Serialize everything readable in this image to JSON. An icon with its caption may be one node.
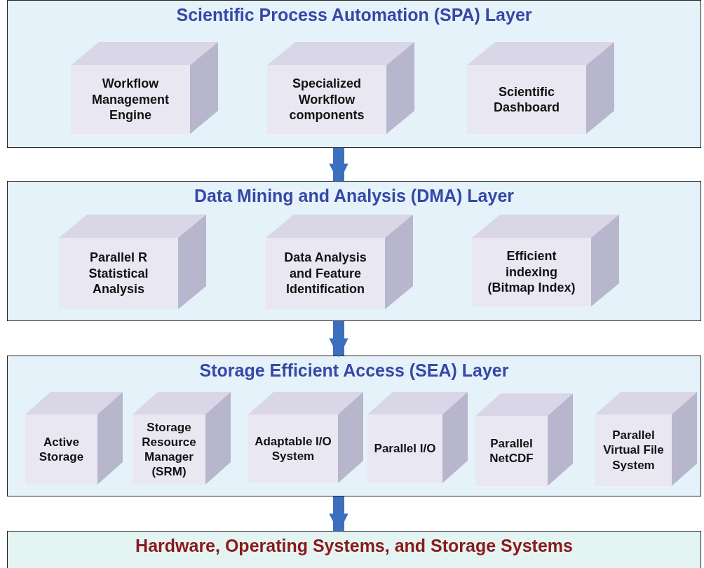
{
  "diagram": {
    "nodes": [
      {
        "text": [
          "Scientific Process Automation (SPA) Layer"
        ]
      },
      {
        "text": [
          "Workflow Management Engine"
        ],
        "in": 0
      },
      {
        "text": [
          "Specialized Workflow components"
        ],
        "in": 0
      },
      {
        "text": [
          "Scientific Dashboard"
        ],
        "in": 0
      },
      {
        "text": [
          "Data Mining and Analysis (DMA) Layer"
        ]
      },
      {
        "text": [
          "Parallel R Statistical Analysis"
        ],
        "in": 4
      },
      {
        "text": [
          "Data Analysis and Feature Identification"
        ],
        "in": 4
      },
      {
        "text": [
          "Efficient indexing (Bitmap Index)"
        ],
        "in": 4
      },
      {
        "text": [
          "Storage Efficient Access (SEA) Layer"
        ]
      },
      {
        "text": [
          "Active Storage"
        ],
        "in": 8
      },
      {
        "text": [
          "Storage Resource Manager (SRM)"
        ],
        "in": 8
      },
      {
        "text": [
          "Adaptable I/O System"
        ],
        "in": 8
      },
      {
        "text": [
          "Parallel I/O"
        ],
        "in": 8
      },
      {
        "text": [
          "Parallel NetCDF"
        ],
        "in": 8
      },
      {
        "text": [
          "Parallel Virtual File System"
        ],
        "in": 8
      },
      {
        "text": [
          "Hardware, Operating Systems, and Storage Systems"
        ]
      }
    ],
    "edges": [
      {
        "from": 0,
        "to": 4,
        "arrow": "to"
      },
      {
        "from": 4,
        "to": 8,
        "arrow": "to"
      },
      {
        "from": 8,
        "to": 15,
        "arrow": "to"
      }
    ]
  }
}
